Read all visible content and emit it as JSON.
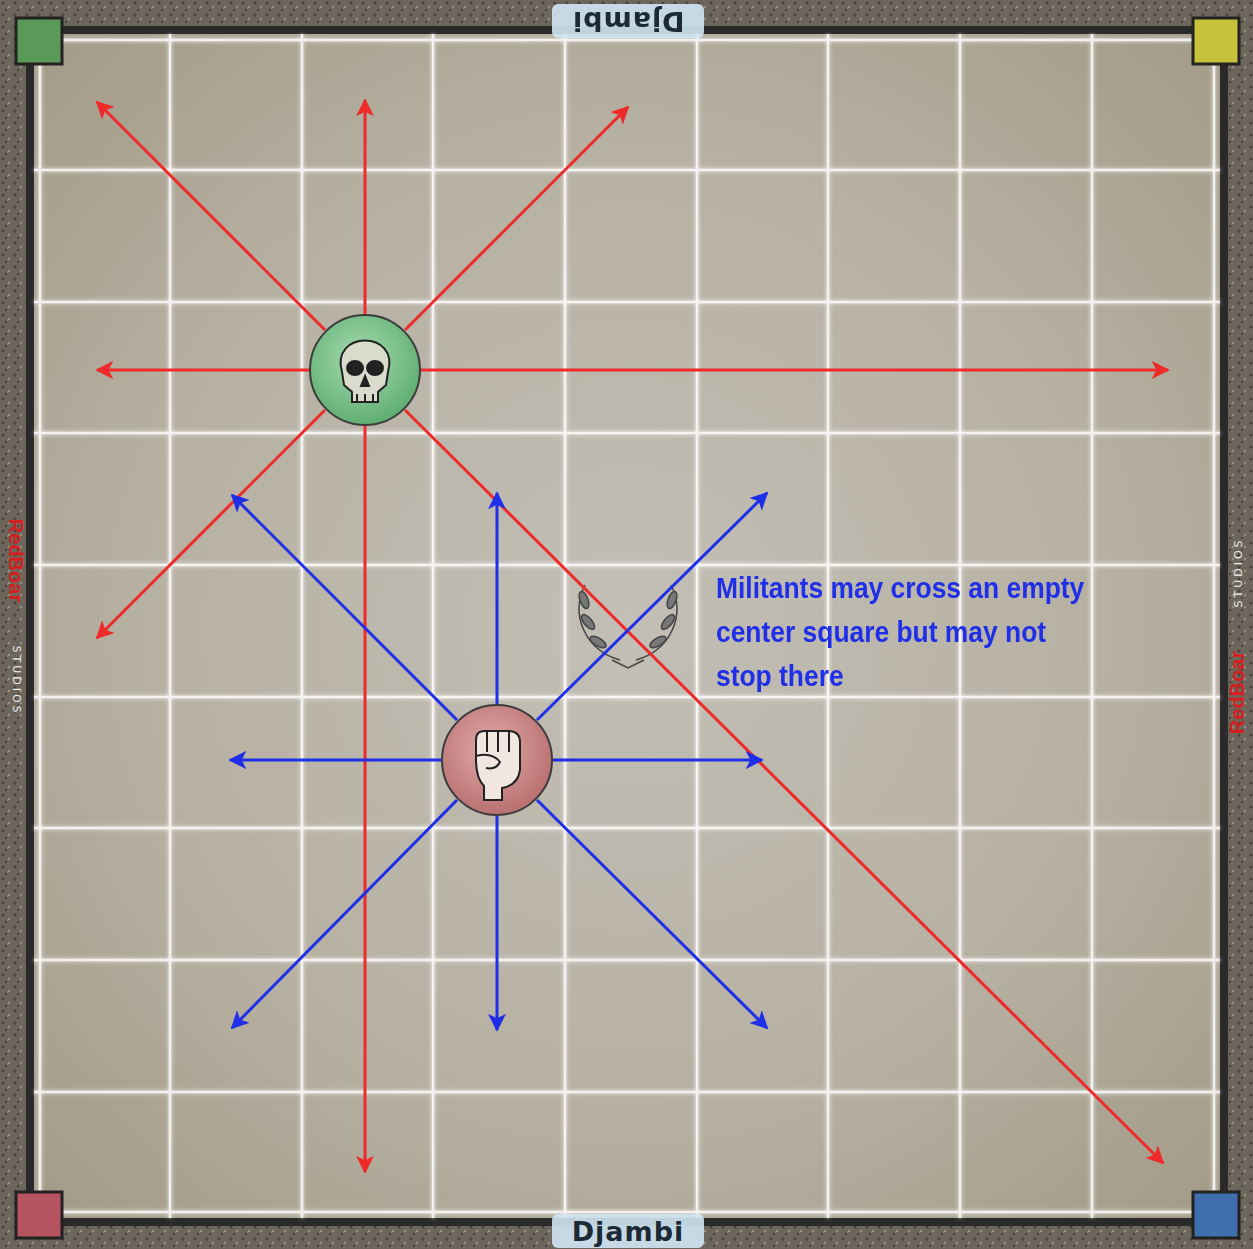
{
  "diagram": {
    "labels": [
      "Djambi",
      "Djambi",
      "RedBoar",
      "STUDIOS",
      "RedBoar",
      "STUDIOS",
      "Militants may cross an empty center square but may not stop there"
    ]
  }
}
